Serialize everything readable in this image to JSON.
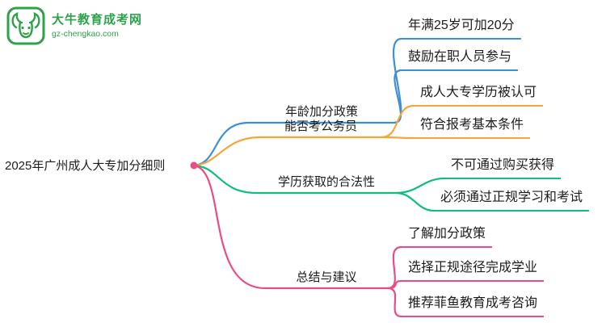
{
  "logo": {
    "title": "大牛教育成考网",
    "subtitle": "gz-chengkao.com",
    "icon": "bull-icon",
    "color": "#2ea24a"
  },
  "center": {
    "title": "2025年广州成人大专加分细则"
  },
  "palette": {
    "blue": "#3e8ed8",
    "orange": "#f3a73b",
    "green": "#0fbe7c",
    "pink": "#ea4c89"
  },
  "branches": [
    {
      "label": "年龄加分政策",
      "color": "#3e8ed8",
      "children": [
        "年满25岁可加20分",
        "鼓励在职人员参与"
      ]
    },
    {
      "label": "能否考公务员",
      "color": "#f3a73b",
      "children": [
        "成人大专学历被认可",
        "符合报考基本条件"
      ]
    },
    {
      "label": "学历获取的合法性",
      "color": "#0fbe7c",
      "children": [
        "不可通过购买获得",
        "必须通过正规学习和考试"
      ]
    },
    {
      "label": "总结与建议",
      "color": "#ea4c89",
      "children": [
        "了解加分政策",
        "选择正规途径完成学业",
        "推荐菲鱼教育成考咨询"
      ]
    }
  ]
}
